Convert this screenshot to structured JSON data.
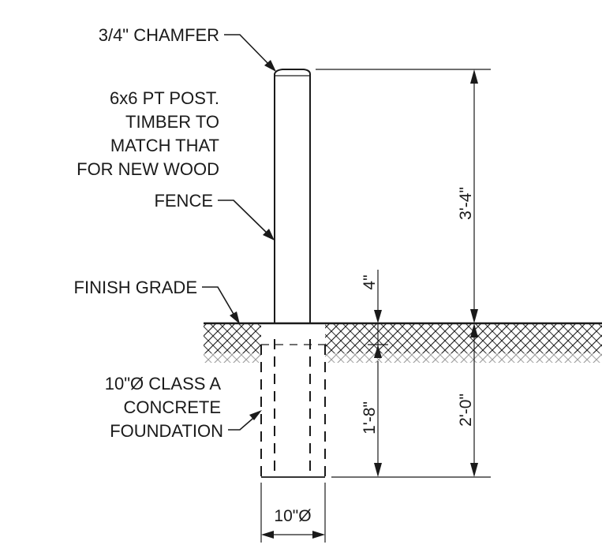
{
  "labels": {
    "chamfer": "3/4\" CHAMFER",
    "post_line1": "6x6 PT POST.",
    "post_line2": "TIMBER TO",
    "post_line3": "MATCH THAT",
    "post_line4": "FOR NEW WOOD",
    "post_line5": "FENCE",
    "finish_grade": "FINISH GRADE",
    "foundation_line1": "10\"Ø CLASS A",
    "foundation_line2": "CONCRETE",
    "foundation_line3": "FOUNDATION"
  },
  "dimensions": {
    "above_grade": "3'-4\"",
    "below_grade": "2'-0\"",
    "post_embed_gap": "4\"",
    "post_embed": "1'-8\"",
    "foundation_diameter": "10\"Ø"
  }
}
